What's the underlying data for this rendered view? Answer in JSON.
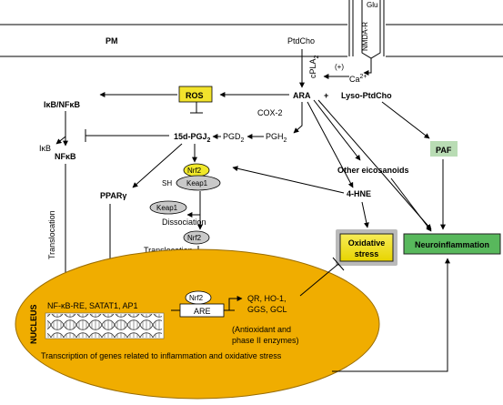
{
  "membrane": {
    "pm_label": "PM",
    "ptdcho_label": "PtdCho"
  },
  "receptor": {
    "glu_label": "Glu",
    "nmdar_label": "NMDA-R",
    "plus_sign": "(+)",
    "ca_label": "Ca",
    "ca_sup": "2+"
  },
  "enzymes": {
    "cpla2_label": "cPLA",
    "cpla2_sub": "2",
    "cox2_label": "COX-2"
  },
  "nodes": {
    "ara": "ARA",
    "plus": "+",
    "lyso_ptdcho": "Lyso-PtdCho",
    "ros": "ROS",
    "ikb_nfkb": "IκB/NFκB",
    "pgj2_main": "15d-PGJ",
    "pgj2_sub": "2",
    "pgd2_main": "PGD",
    "pgd2_sub": "2",
    "pgh2_main": "PGH",
    "pgh2_sub": "2",
    "ikb": "IκB",
    "nfkb": "NFκB",
    "ppar": "PPARγ",
    "nrf2": "Nrf2",
    "keap1": "Keap1",
    "sh": "SH",
    "dissociation": "Dissociation",
    "translocation_right": "Translocation",
    "translocation_left": "Translocation",
    "paf": "PAF",
    "other_eicosanoids": "Other eicosanoids",
    "hne": "4-HNE",
    "oxidative_stress_line1": "Oxidative",
    "oxidative_stress_line2": "stress",
    "neuroinflammation": "Neuroinflammation"
  },
  "nucleus": {
    "title": "NUCLEUS",
    "nfkb_re": "NF-κB-RE, SATAT1, AP1",
    "are": "ARE",
    "nrf2": "Nrf2",
    "genes_line1": "QR, HO-1,",
    "genes_line2": "GGS, GCL",
    "enzymes_line1": "(Antioxidant and",
    "enzymes_line2": "phase II enzymes)",
    "transcription": "Transcription of genes related to inflammation and oxidative stress"
  },
  "colors": {
    "ros_fill": "#f2e32c",
    "paf_fill": "#b9dcb4",
    "oxidative_fill": "#f5e31c",
    "neuro_fill": "#58b85c",
    "nucleus_fill": "#f0ad00",
    "keap1_fill": "#c9c9c9",
    "nrf2_fill": "#f0e82a"
  }
}
